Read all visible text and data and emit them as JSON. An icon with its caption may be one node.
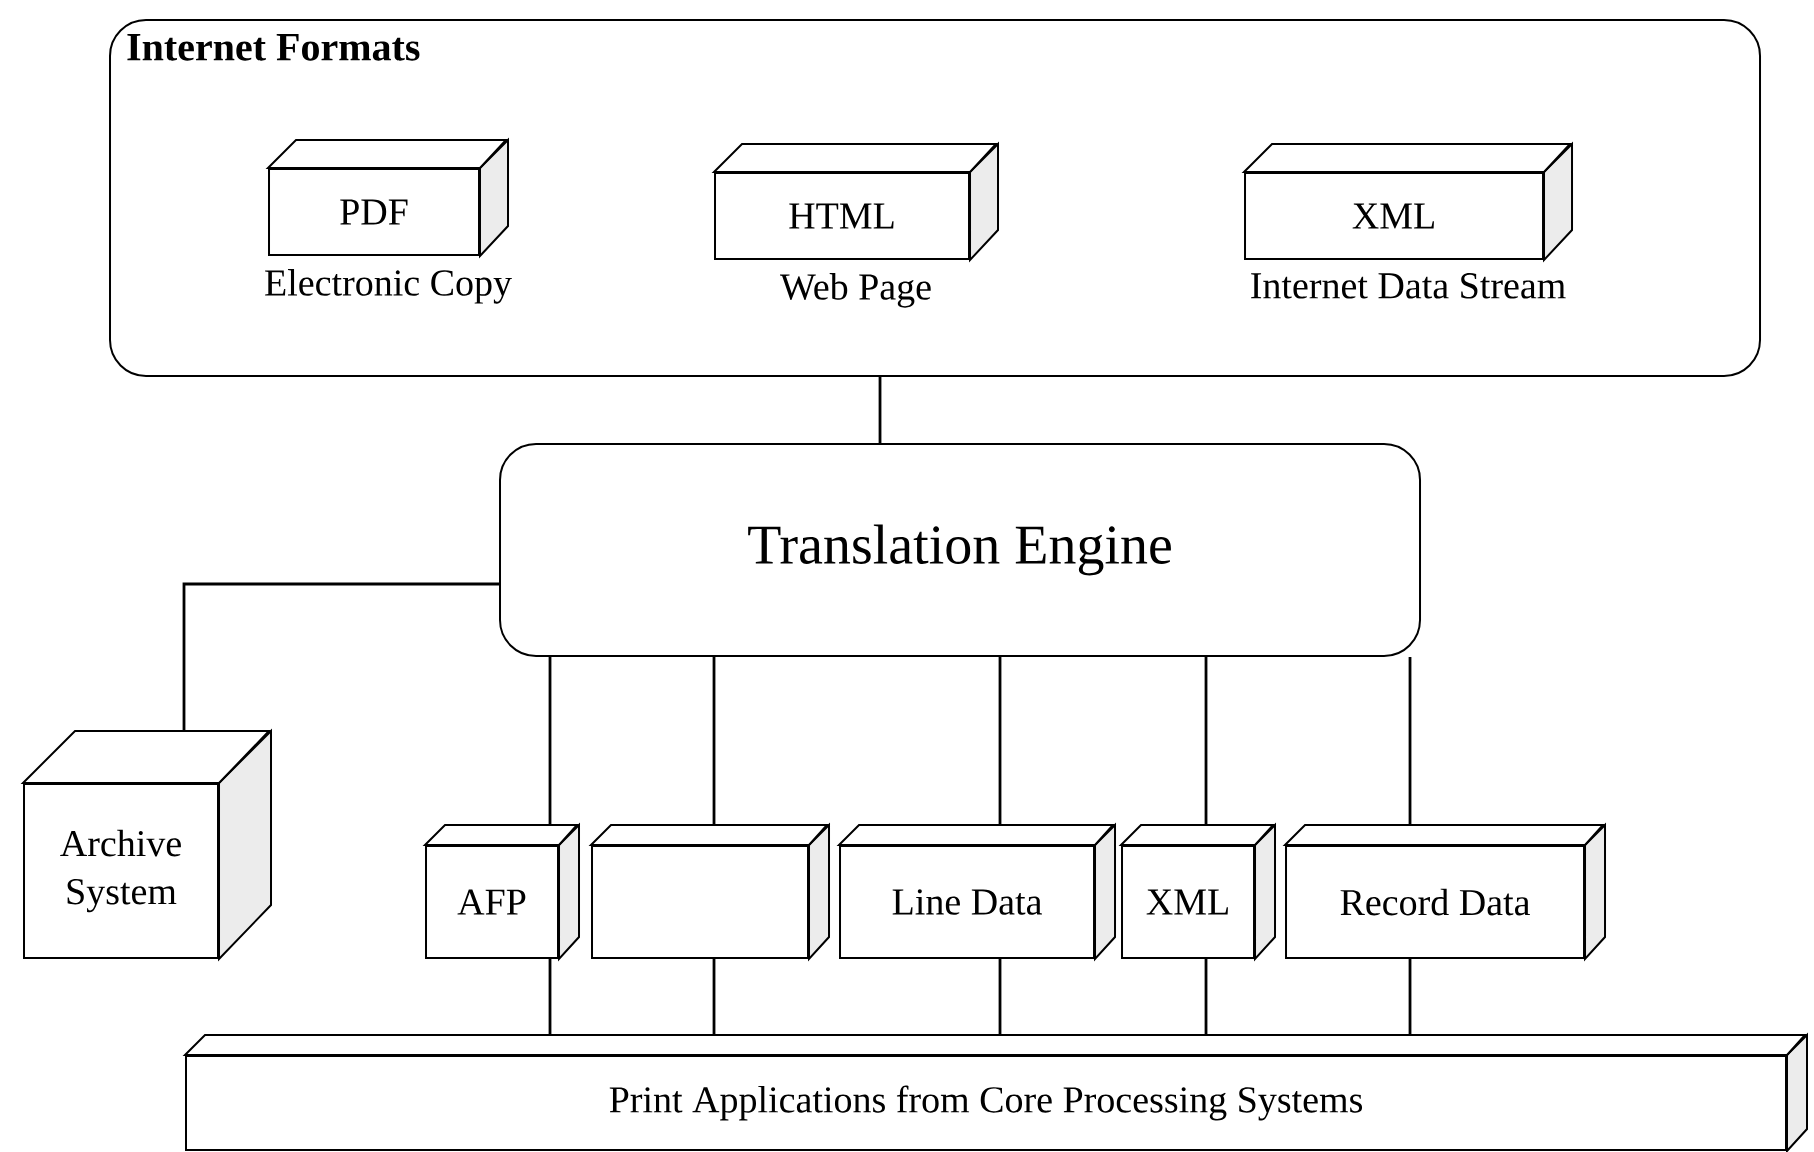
{
  "diagram": {
    "nodes": [
      {
        "text": [
          "Internet Formats"
        ]
      },
      {
        "text": [
          "PDF"
        ],
        "in": 0,
        "beside": [
          "Electronic Copy"
        ]
      },
      {
        "text": [
          "HTML"
        ],
        "in": 0,
        "beside": [
          "Web Page"
        ]
      },
      {
        "text": [
          "XML"
        ],
        "in": 0,
        "beside": [
          "Internet Data Stream"
        ]
      },
      {
        "text": [
          "Translation Engine"
        ]
      },
      {
        "text": [
          "Archive System"
        ]
      },
      {
        "text": [
          "AFP"
        ]
      },
      {
        "text": [],
        "shape": "box"
      },
      {
        "text": [
          "Line Data"
        ]
      },
      {
        "text": [
          "XML"
        ]
      },
      {
        "text": [
          "Record Data"
        ]
      },
      {
        "text": [
          "Print Applications from Core Processing Systems"
        ]
      }
    ],
    "edges": [
      {
        "from": 0,
        "to": 4,
        "arrow": "none"
      },
      {
        "from": 4,
        "to": 5,
        "arrow": "none"
      },
      {
        "from": 4,
        "to": 6,
        "arrow": "none"
      },
      {
        "from": 4,
        "to": 7,
        "arrow": "none"
      },
      {
        "from": 4,
        "to": 8,
        "arrow": "none"
      },
      {
        "from": 4,
        "to": 9,
        "arrow": "none"
      },
      {
        "from": 4,
        "to": 10,
        "arrow": "none"
      },
      {
        "from": 6,
        "to": 11,
        "arrow": "none"
      },
      {
        "from": 7,
        "to": 11,
        "arrow": "none"
      },
      {
        "from": 8,
        "to": 11,
        "arrow": "none"
      },
      {
        "from": 9,
        "to": 11,
        "arrow": "none"
      },
      {
        "from": 10,
        "to": 11,
        "arrow": "none"
      }
    ]
  }
}
